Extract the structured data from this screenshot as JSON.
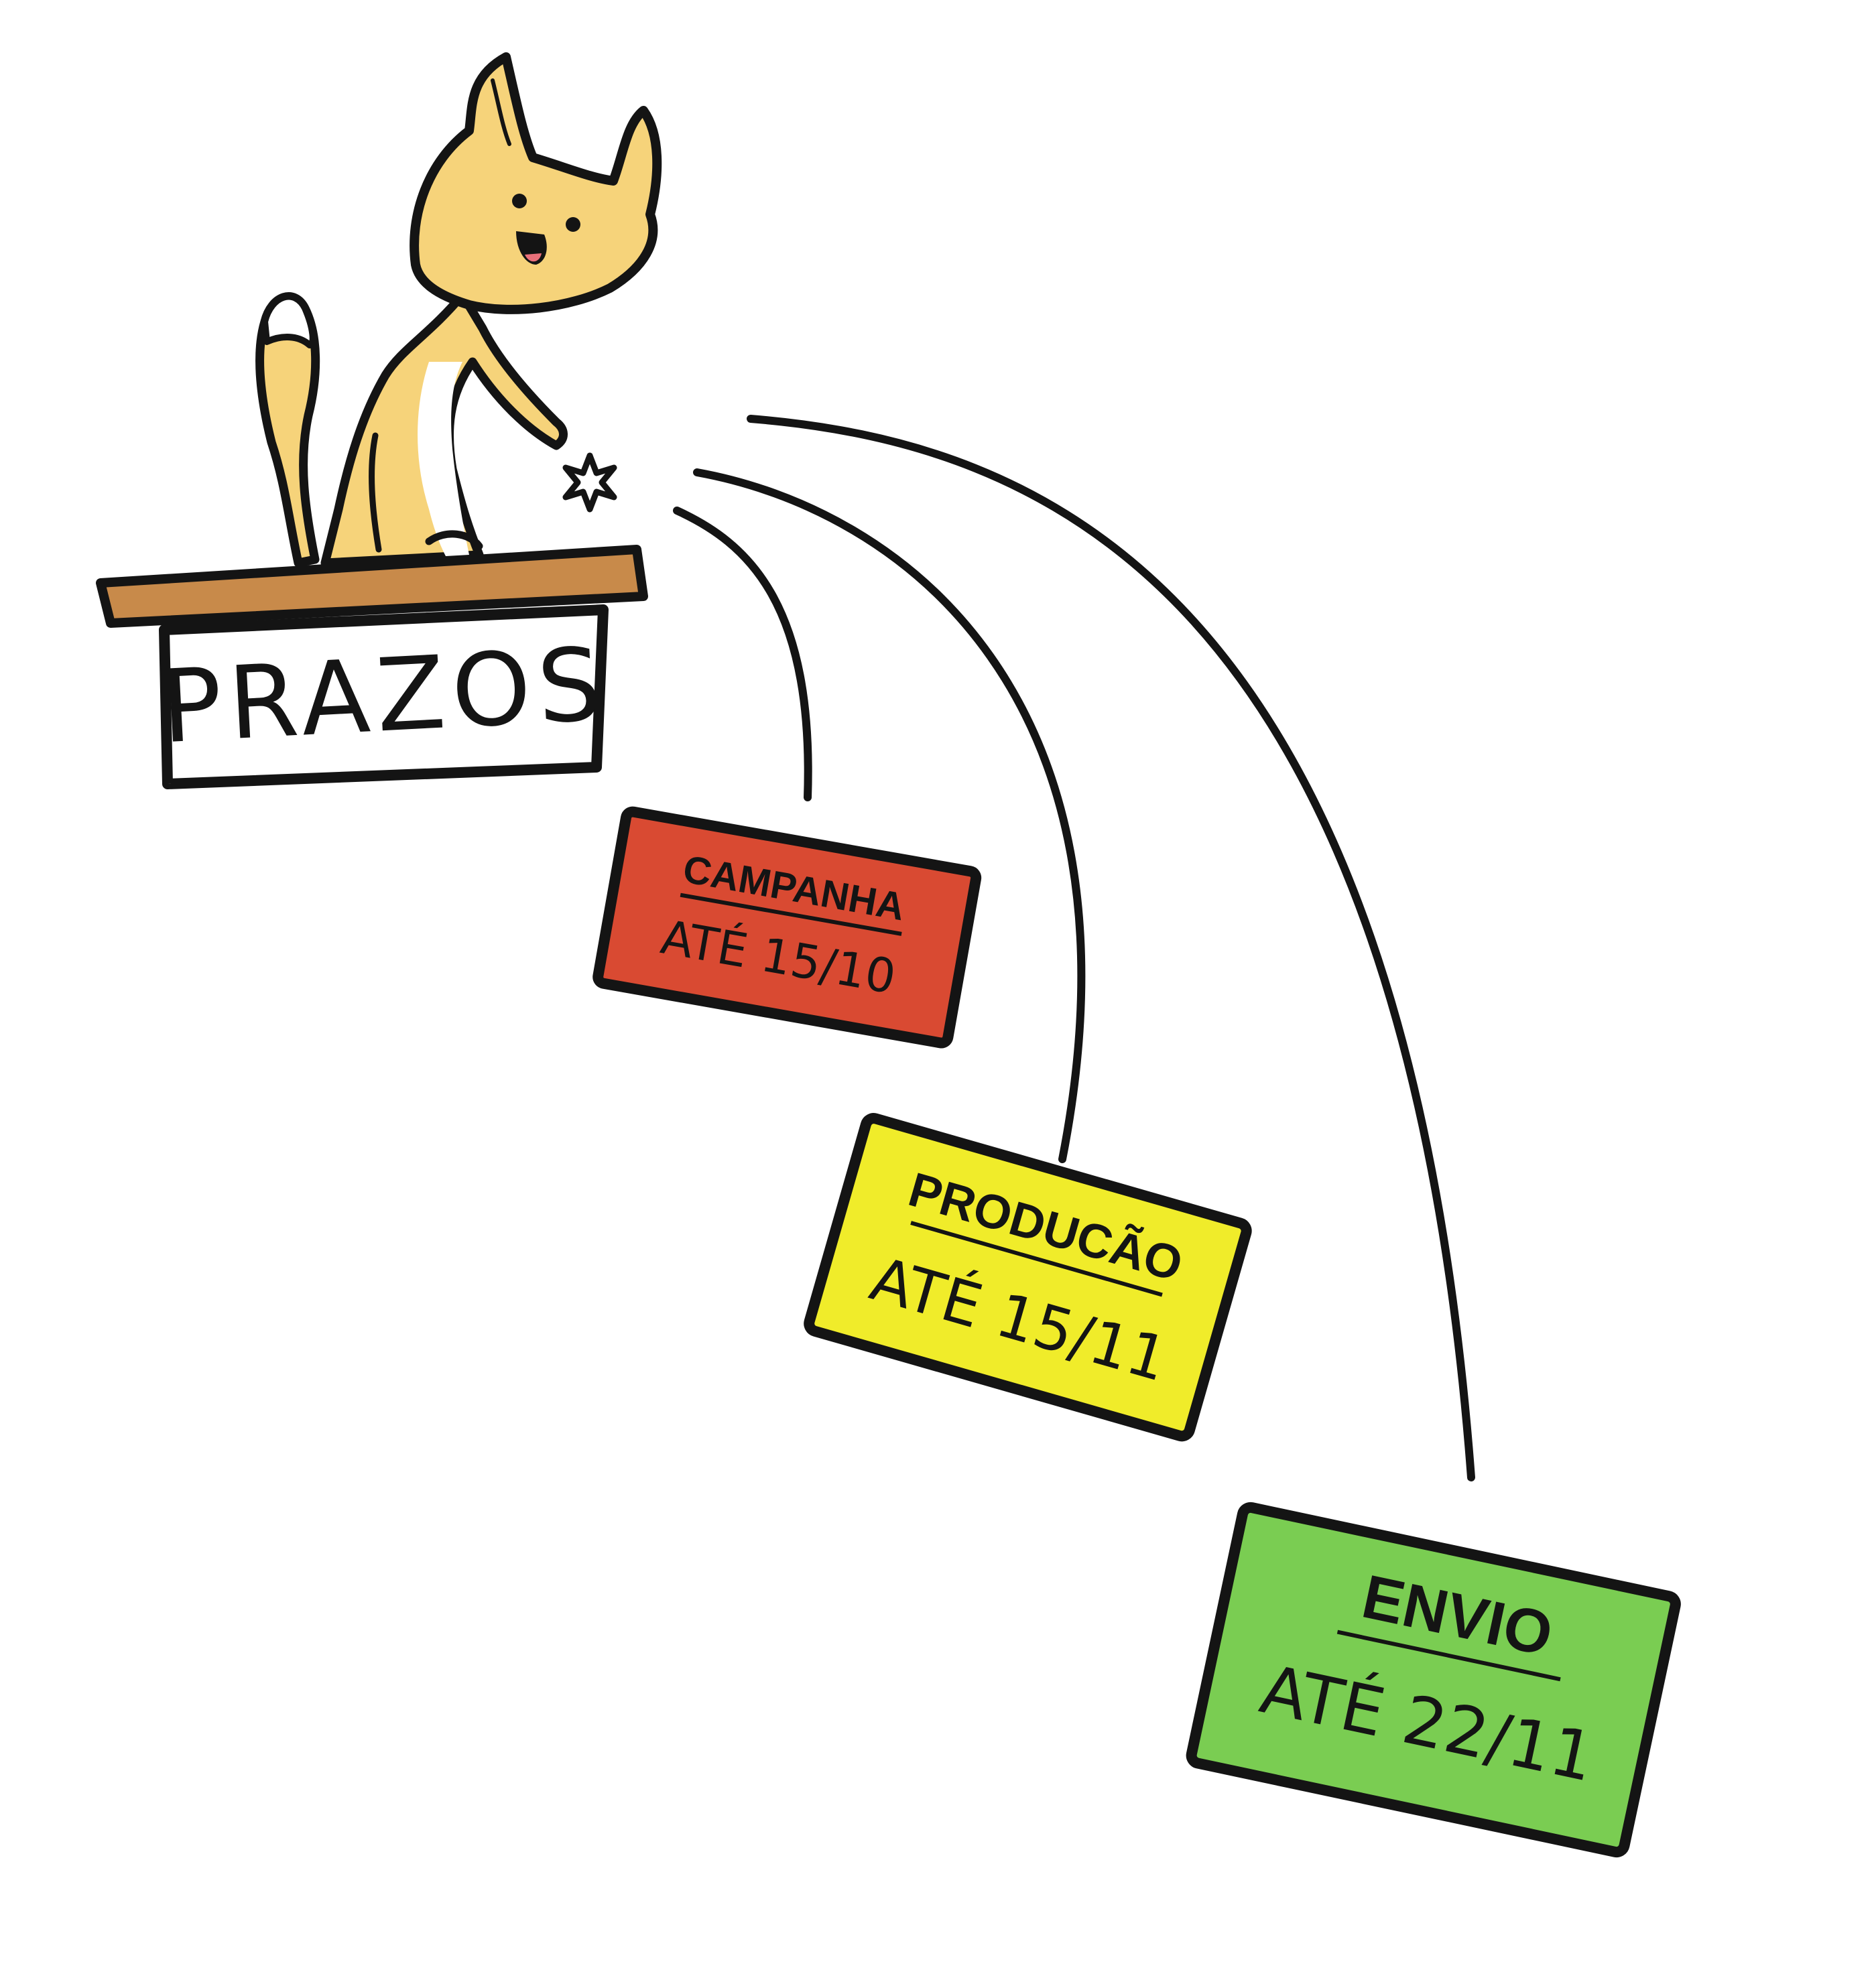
{
  "sign": {
    "label": "PRAZOS"
  },
  "cards": [
    {
      "title": "CAMPANHA",
      "deadline": "ATÉ 15/10",
      "color": "#d94a32"
    },
    {
      "title": "PRODUCÃO",
      "deadline": "ATÉ 15/11",
      "color": "#f0ec2a"
    },
    {
      "title": "ENVIO",
      "deadline": "ATÉ 22/11",
      "color": "#7acd52"
    }
  ],
  "colors": {
    "cat": "#f6d37a",
    "cat_shade": "#e8b84f",
    "shelf": "#c88a4a",
    "outline": "#141414",
    "background": "#ffffff"
  },
  "icons": [
    "cat-icon",
    "sparkle-icon"
  ]
}
